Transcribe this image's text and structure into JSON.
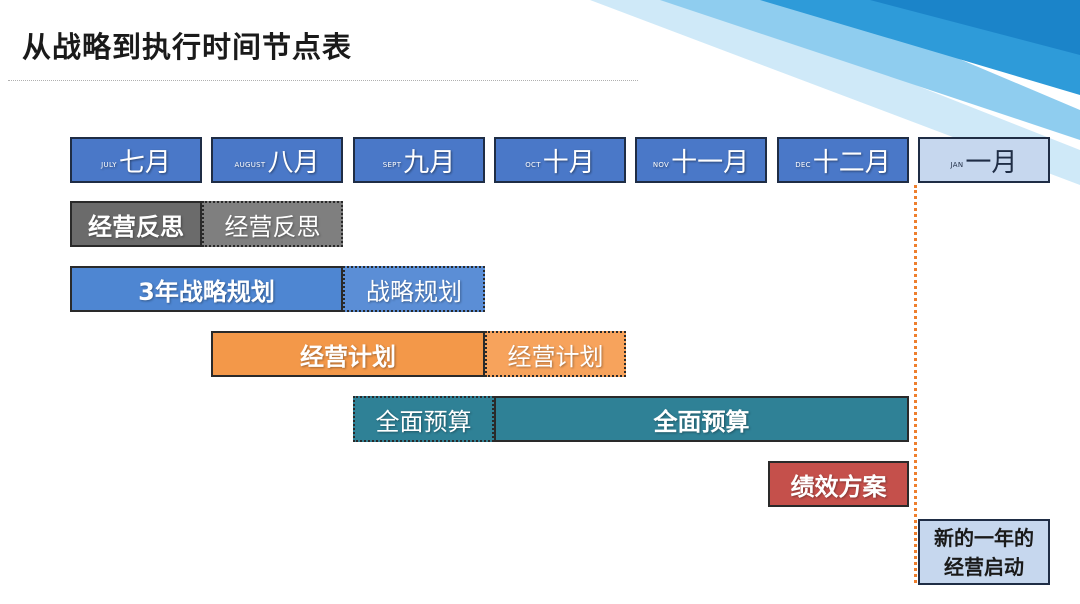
{
  "title": "从战略到执行时间节点表",
  "months": [
    {
      "abbr": "JULY",
      "name": "七月"
    },
    {
      "abbr": "AUGUST",
      "name": "八月"
    },
    {
      "abbr": "SEPT",
      "name": "九月"
    },
    {
      "abbr": "OCT",
      "name": "十月"
    },
    {
      "abbr": "NOV",
      "name": "十一月"
    },
    {
      "abbr": "DEC",
      "name": "十二月"
    },
    {
      "abbr": "JAN",
      "name": "一月"
    }
  ],
  "tasks": {
    "review_core": "经营反思",
    "review_ext": "经营反思",
    "strategy_core": "3年战略规划",
    "strategy_ext": "战略规划",
    "plan_core": "经营计划",
    "plan_ext": "经营计划",
    "budget_ext": "全面预算",
    "budget_core": "全面预算",
    "performance": "绩效方案"
  },
  "new_year": {
    "line1": "新的一年的",
    "line2": "经营启动"
  },
  "colors": {
    "month_header": "#4a78c8",
    "next_year_header": "#c6d7ee",
    "review": "#6b6b6b",
    "strategy": "#4e86d2",
    "plan": "#f39849",
    "budget": "#2f8196",
    "performance": "#c5504b",
    "year_boundary": "#ee7f2d"
  }
}
